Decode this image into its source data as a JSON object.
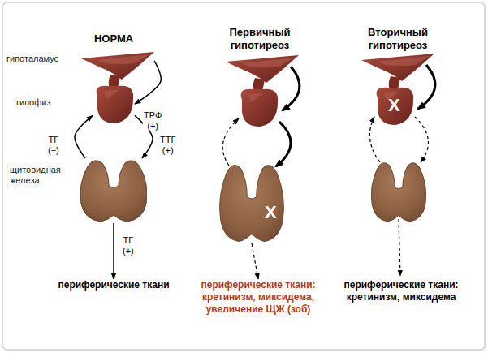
{
  "diagram": {
    "nodes": [
      {
        "text": [
          "гипоталамус"
        ]
      },
      {
        "text": [
          "гипофиз"
        ]
      },
      {
        "text": [
          "щитовидная железа"
        ]
      },
      {
        "text": [
          "периферические ткани"
        ]
      },
      {
        "text": [
          "X"
        ]
      },
      {
        "text": [
          "периферические ткани: кретинизм, миксидема, увеличение ЩЖ (зоб)"
        ]
      },
      {
        "text": [
          "X"
        ]
      },
      {
        "text": [
          "периферические ткани: кретинизм, миксидема"
        ]
      }
    ],
    "edges": [
      {
        "from": 0,
        "to": 1,
        "label": "ТРФ (+)",
        "arrow": "to"
      },
      {
        "from": 1,
        "to": 2,
        "label": "ТТГ (+)",
        "arrow": "to"
      },
      {
        "from": 2,
        "to": 1,
        "label": "ТГ (−)",
        "arrow": "to"
      },
      {
        "from": 2,
        "to": 3,
        "label": "ТГ (+)",
        "arrow": "to"
      },
      {
        "from": 4,
        "to": 5,
        "arrow": "to"
      }
    ],
    "labels": [
      "НОРМА",
      "Первичный гипотиреоз",
      "Вторичный гипотиреоз"
    ]
  }
}
